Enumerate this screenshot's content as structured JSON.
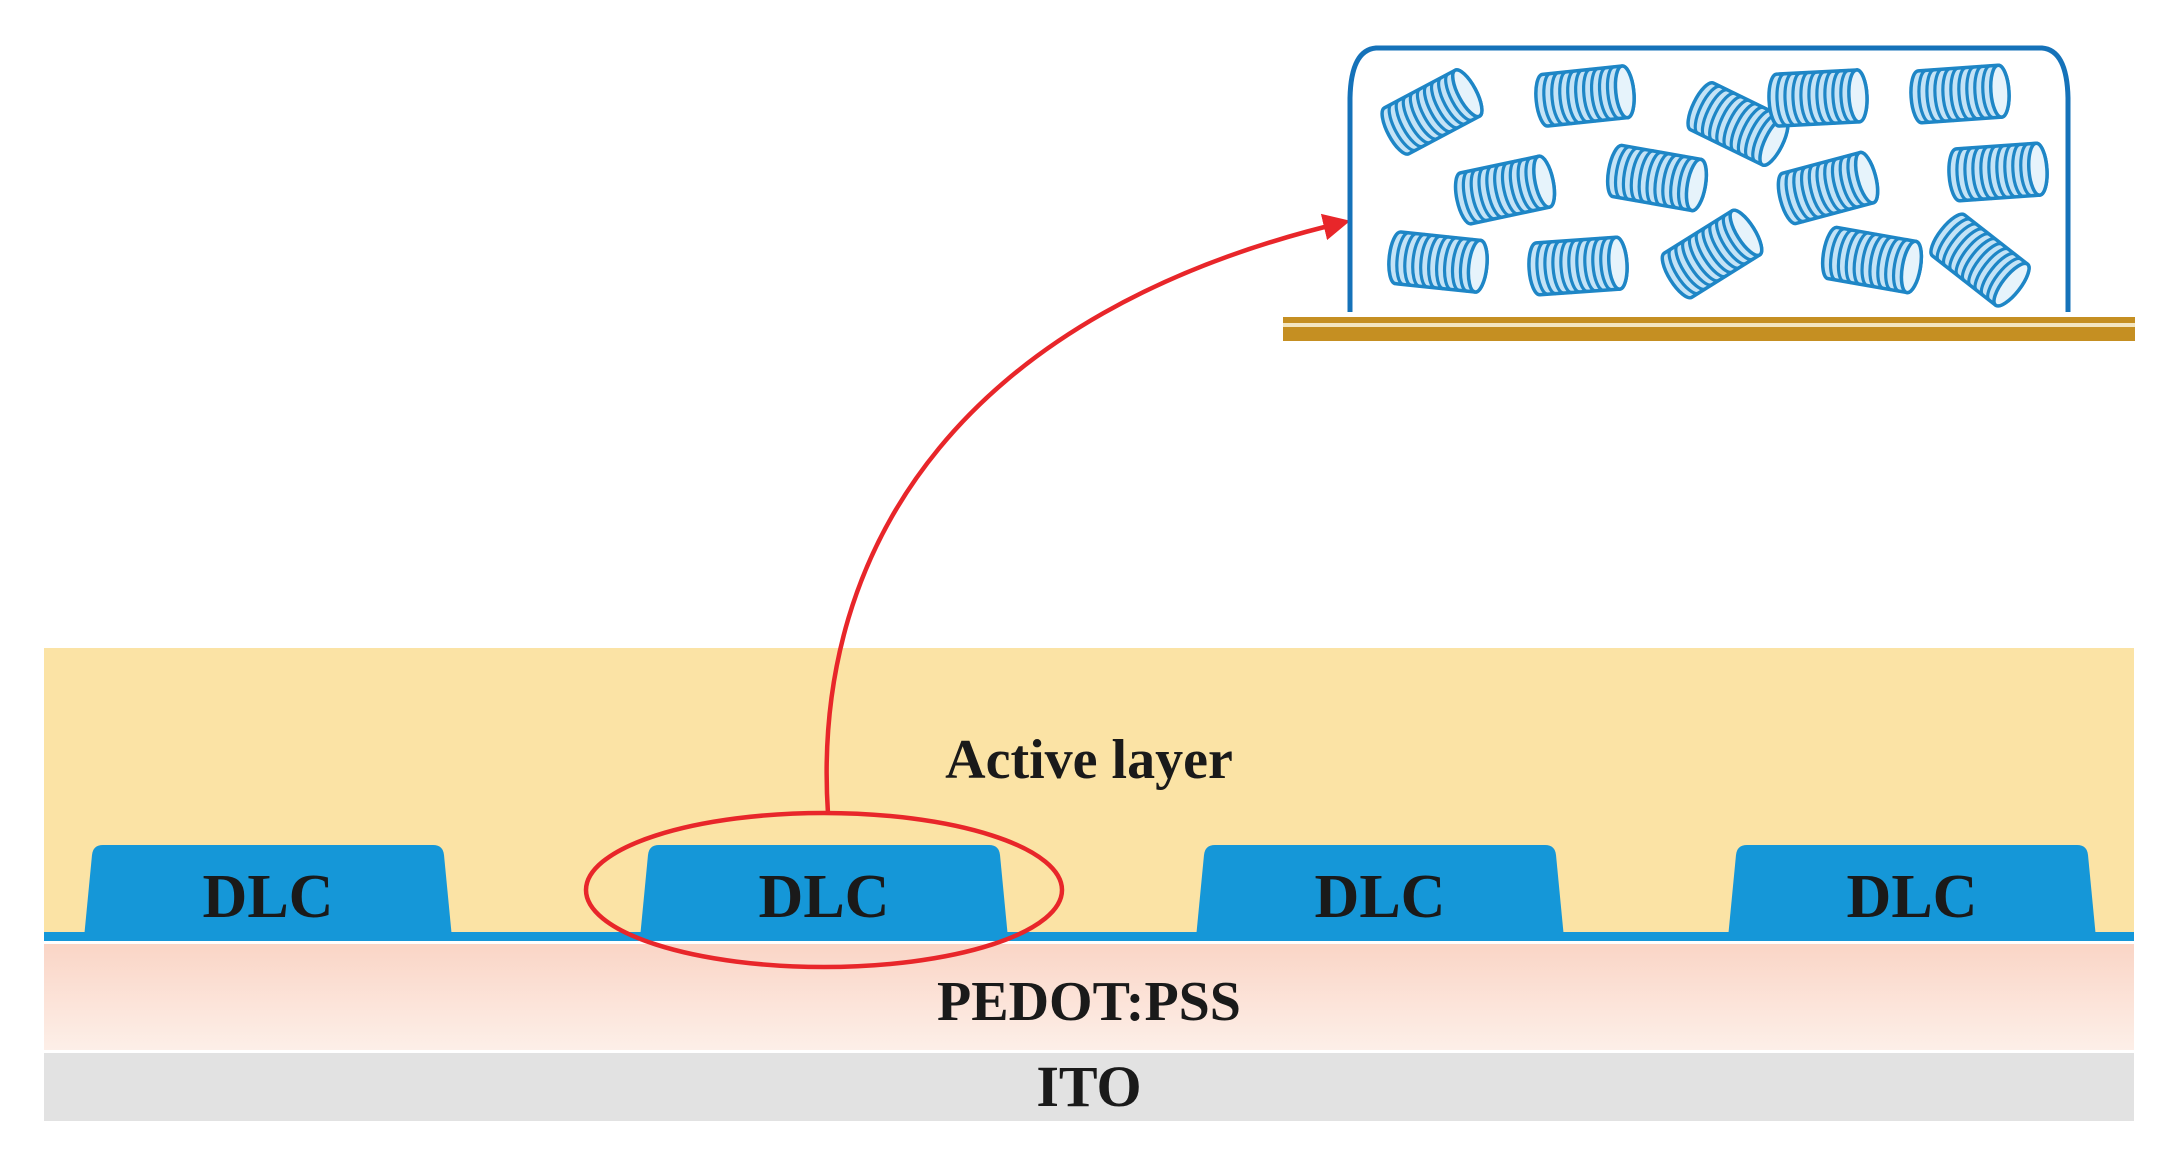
{
  "labels": {
    "active_layer": "Active layer",
    "dlc": "DLC",
    "pedot": "PEDOT:PSS",
    "ito": "ITO"
  },
  "dlc_count": 4,
  "highlighted_dlc_index": 1,
  "colors": {
    "active_layer": "#FBE3A5",
    "dlc": "#1597D8",
    "pedot_top": "#FAD6C8",
    "pedot_bottom": "#FDEEE6",
    "ito": "#E2E2E2",
    "highlight": "#E8262A",
    "disc_stroke": "#1E86C6",
    "disc_fill": "#BFE0F4",
    "substrate": "#C58F22",
    "inset_border": "#1572B9"
  }
}
